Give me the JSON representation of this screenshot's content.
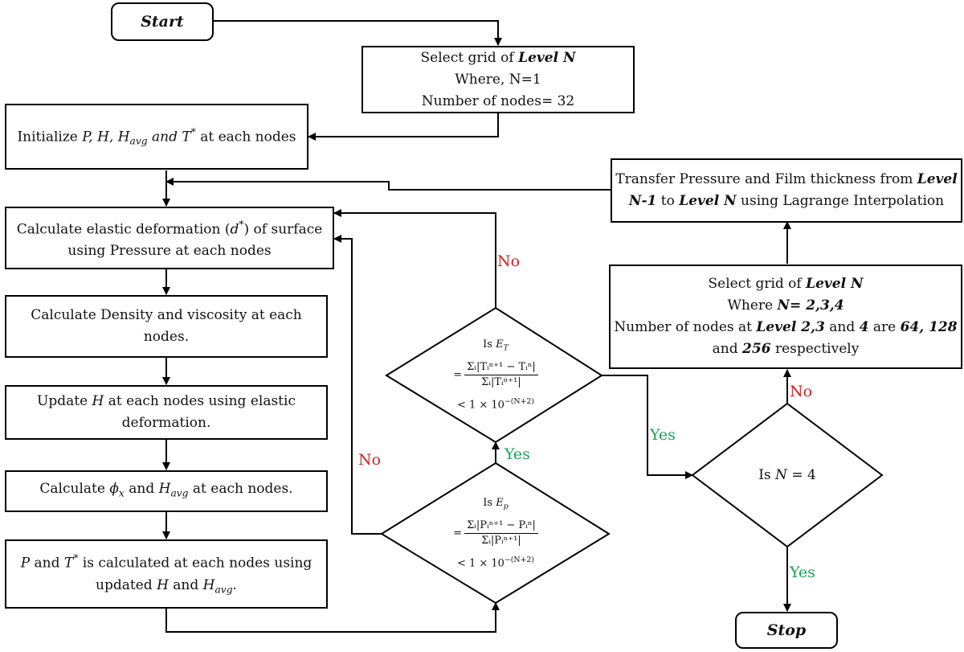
{
  "start": "Start",
  "stop": "Stop",
  "select_grid_1": {
    "line1_pre": "Select grid of ",
    "line1_var": "Level N",
    "line2": "Where, N=1",
    "line3": "Number of nodes= 32"
  },
  "initialize": {
    "pre": "Initialize ",
    "vars": "P, H, H",
    "sub": "avg",
    "and": " and ",
    "t": "T",
    "star": "*",
    "post": " at each nodes"
  },
  "elastic": {
    "line1_pre": "Calculate elastic deformation (",
    "d": "d",
    "star": "*",
    "line1_post": ") of surface",
    "line2": "using Pressure at each nodes"
  },
  "density": {
    "line1": "Calculate Density and viscosity at each",
    "line2": "nodes."
  },
  "update_h": {
    "line1_pre": "Update ",
    "h": "H",
    "line1_post": " at each nodes using elastic",
    "line2": "deformation."
  },
  "calc_phi": {
    "pre": "Calculate ",
    "phi": "ϕ",
    "phi_sub": "x",
    "and": " and ",
    "h": "H",
    "h_sub": "avg",
    "post": " at each nodes."
  },
  "calc_pt": {
    "p": "P",
    "and": " and ",
    "t": "T",
    "star": "*",
    "line1_post": " is calculated at each nodes using",
    "line2_pre": "updated ",
    "h": "H",
    "and2": " and ",
    "h2": "H",
    "h2_sub": "avg",
    "line2_post": "."
  },
  "is_ep": {
    "is": "Is ",
    "e": "E",
    "e_sub": "p",
    "num": "Σᵢ|Pᵢⁿ⁺¹ − Pᵢⁿ|",
    "den": "Σᵢ|Pᵢⁿ⁺¹|",
    "lt": "< 1 × 10",
    "exp": "−(N+2)"
  },
  "is_et": {
    "is": "Is ",
    "e": "E",
    "e_sub": "T",
    "num": "Σᵢ|Tᵢⁿ⁺¹ − Tᵢⁿ|",
    "den": "Σᵢ|Tᵢⁿ⁺¹|",
    "lt": "< 1 × 10",
    "exp": "−(N+2)"
  },
  "is_n4": {
    "pre": "Is ",
    "n": "N",
    "post": " = 4"
  },
  "select_grid_n": {
    "line1_pre": "Select grid of ",
    "line1_var": "Level N",
    "line2_pre": "Where ",
    "line2_var": "N= 2,3,4",
    "line3_pre": "Number of nodes at ",
    "line3_var1": "Level 2,3",
    "line3_mid": " and ",
    "line3_var2": "4",
    "line3_mid2": " are  ",
    "line3_var3": "64, 128",
    "line4_var": "256",
    "line4_pre": "and ",
    "line4_post": " respectively"
  },
  "transfer": {
    "line1_pre": "Transfer Pressure and Film thickness from ",
    "line1_var": "Level",
    "line2_var1": "N-1",
    "line2_mid": " to ",
    "line2_var2": "Level N",
    "line2_post": "  using Lagrange Interpolation"
  },
  "labels": {
    "no": "No",
    "yes": "Yes"
  },
  "colors": {
    "no": "#d61f1f",
    "yes": "#1aa35a"
  }
}
